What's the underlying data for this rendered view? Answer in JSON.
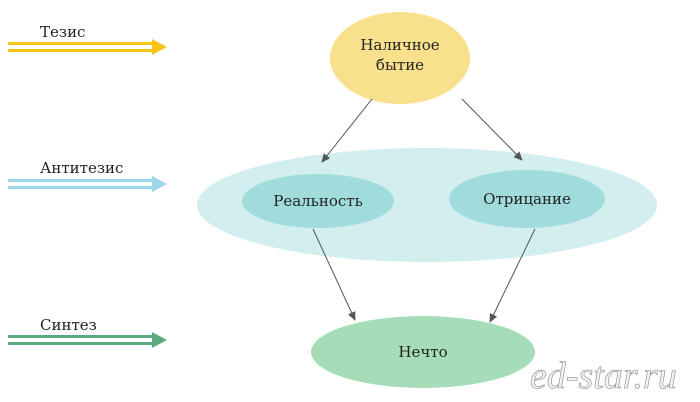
{
  "stages": [
    {
      "label": "Тезис",
      "color": "#f5c518"
    },
    {
      "label": "Антитезис",
      "color": "#9dd6ea"
    },
    {
      "label": "Синтез",
      "color": "#5eaa80"
    }
  ],
  "nodes": {
    "top_line1": "Наличное",
    "top_line2": "бытие",
    "left": "Реальность",
    "right": "Отрицание",
    "bottom": "Нечто"
  },
  "colors": {
    "top": "#f9e08c",
    "group": "#d2eeee",
    "middle": "#a0dcdc",
    "bottom": "#a6dcb8",
    "edge": "#555555"
  },
  "watermark": "ed-star.ru"
}
